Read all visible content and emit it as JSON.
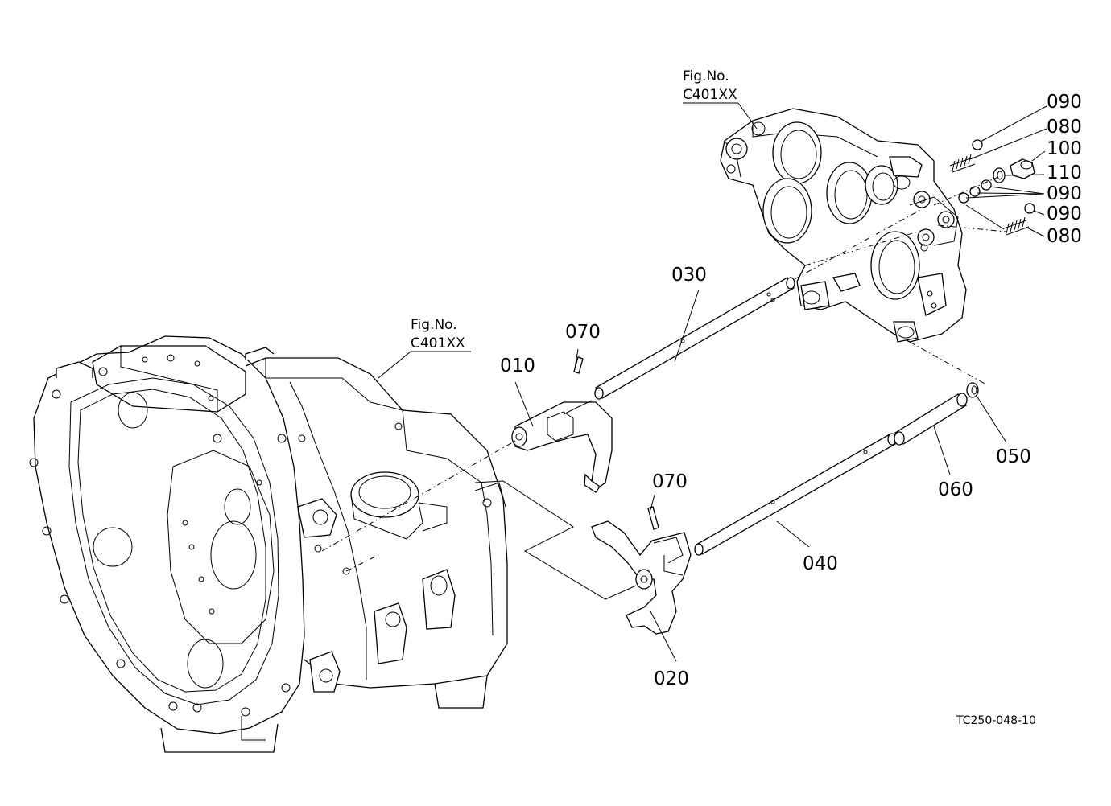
{
  "figure_refs": [
    {
      "line1": "Fig.No.",
      "line2": "C401XX"
    },
    {
      "line1": "Fig.No.",
      "line2": "C401XX"
    }
  ],
  "callouts": {
    "p010": "010",
    "p020": "020",
    "p030": "030",
    "p040": "040",
    "p050": "050",
    "p060": "060",
    "p070a": "070",
    "p070b": "070",
    "p080a": "080",
    "p080b": "080",
    "p090a": "090",
    "p090b": "090",
    "p090c": "090",
    "p100": "100",
    "p110": "110"
  },
  "drawing_code": "TC250-048-10"
}
